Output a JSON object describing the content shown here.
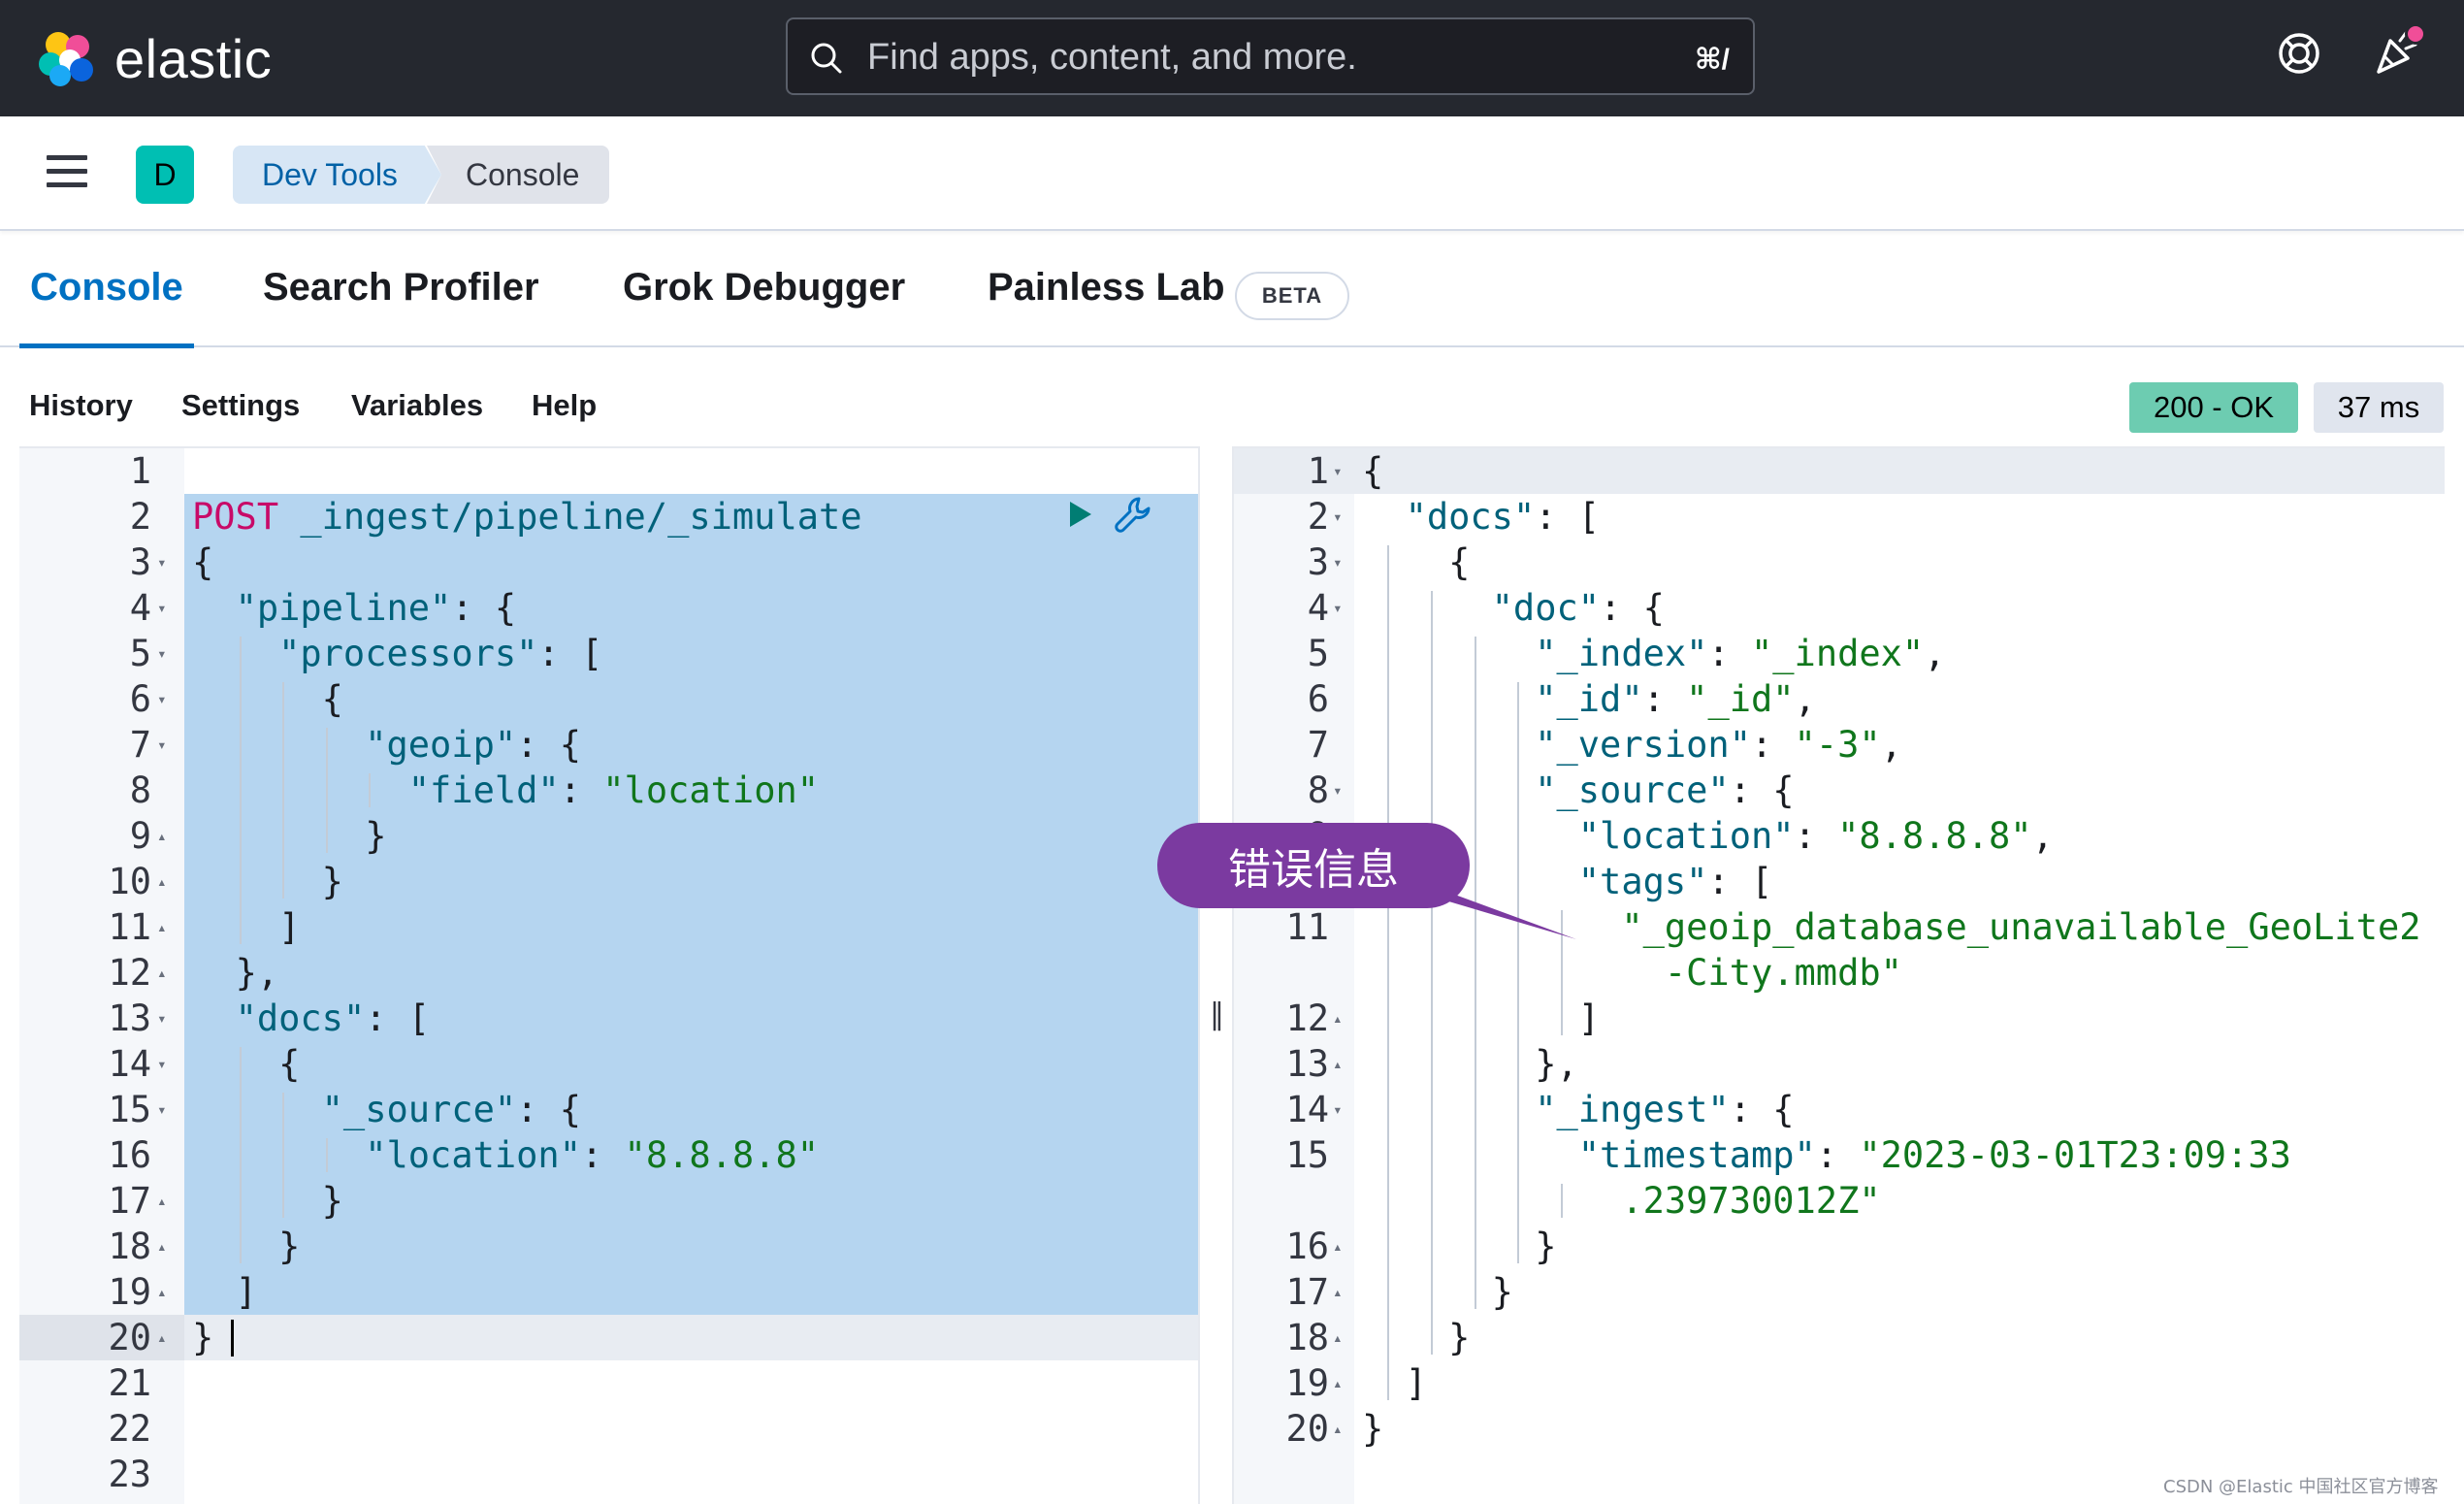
{
  "header": {
    "brand": "elastic",
    "search_placeholder": "Find apps, content, and more.",
    "search_shortcut": "⌘/"
  },
  "breadcrumbs": {
    "space_initial": "D",
    "items": [
      "Dev Tools",
      "Console"
    ]
  },
  "tabs": {
    "items": [
      "Console",
      "Search Profiler",
      "Grok Debugger",
      "Painless Lab"
    ],
    "active": "Console",
    "beta_badge": "BETA"
  },
  "toolbar": {
    "items": [
      "History",
      "Settings",
      "Variables",
      "Help"
    ],
    "status": "200 - OK",
    "duration": "37 ms"
  },
  "request": {
    "line_numbers": [
      "1",
      "2",
      "3",
      "4",
      "5",
      "6",
      "7",
      "8",
      "9",
      "10",
      "11",
      "12",
      "13",
      "14",
      "15",
      "16",
      "17",
      "18",
      "19",
      "20",
      "21",
      "22",
      "23"
    ],
    "method": "POST",
    "url": " _ingest/pipeline/_simulate",
    "lines": [
      "",
      "",
      "{",
      "  \"pipeline\": {",
      "    \"processors\": [",
      "      {",
      "        \"geoip\": {",
      "          \"field\": \"location\"",
      "        }",
      "      }",
      "    ]",
      "  },",
      "  \"docs\": [",
      "    {",
      "      \"_source\": {",
      "        \"location\": \"8.8.8.8\"",
      "      }",
      "    }",
      "  ]",
      "}",
      "",
      "",
      ""
    ]
  },
  "response": {
    "line_numbers": [
      "1",
      "2",
      "3",
      "4",
      "5",
      "6",
      "7",
      "8",
      "9",
      "10",
      "11",
      "",
      "12",
      "13",
      "14",
      "15",
      "",
      "16",
      "17",
      "18",
      "19",
      "20"
    ],
    "lines": [
      "{",
      "  \"docs\": [",
      "    {",
      "      \"doc\": {",
      "        \"_index\": \"_index\",",
      "        \"_id\": \"_id\",",
      "        \"_version\": \"-3\",",
      "        \"_source\": {",
      "          \"location\": \"8.8.8.8\",",
      "          \"tags\": [",
      "            \"_geoip_database_unavailable_GeoLite2",
      "              -City.mmdb\"",
      "          ]",
      "        },",
      "        \"_ingest\": {",
      "          \"timestamp\": \"2023-03-01T23:09:33",
      "            .239730012Z\"",
      "        }",
      "      }",
      "    }",
      "  ]",
      "}"
    ]
  },
  "callout": {
    "text": "错误信息",
    "color": "#7b3aa0"
  },
  "watermark": "CSDN @Elastic 中国社区官方博客",
  "colors": {
    "header_bg": "#25282f",
    "accent": "#0071c2",
    "status_ok": "#6dccb1",
    "string": "#10761c",
    "key": "#00617a",
    "method": "#c80a68"
  }
}
